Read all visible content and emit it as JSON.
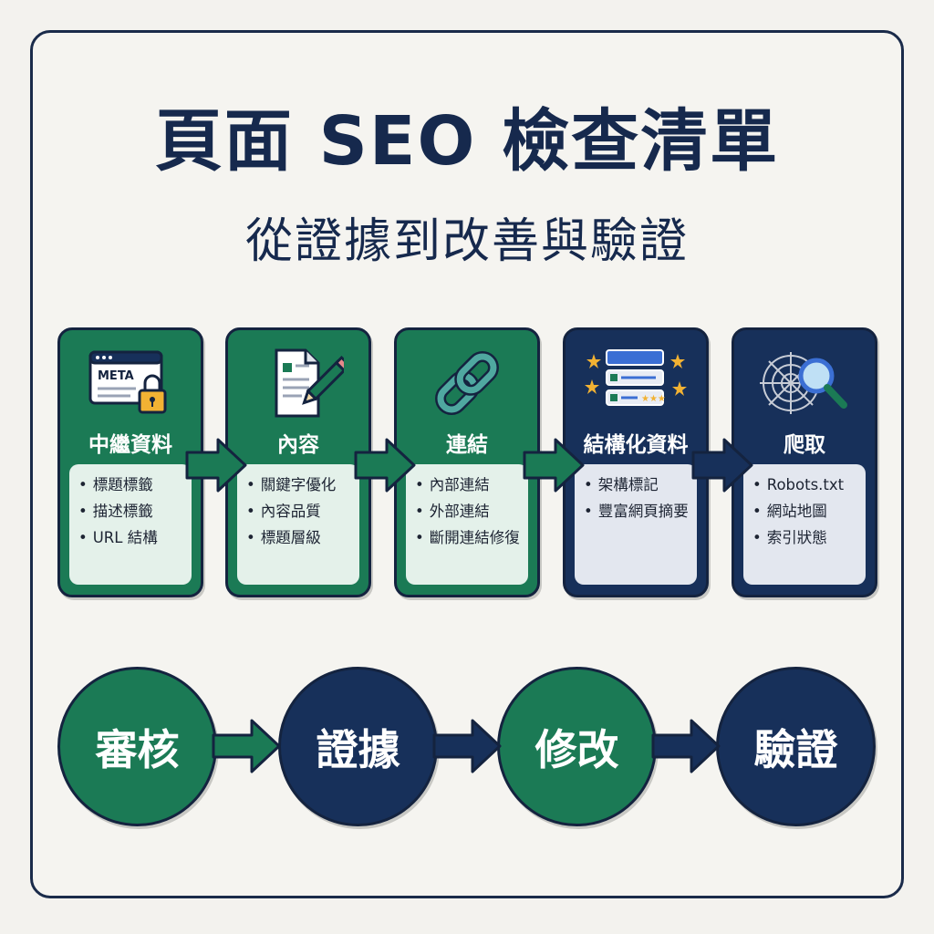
{
  "title": "頁面 SEO 檢查清單",
  "subtitle": "從證據到改善與驗證",
  "colors": {
    "green": "#1b7a55",
    "navy": "#17305a",
    "outline": "#14233f",
    "ink": "#16294d"
  },
  "meta_icon_label": "META",
  "cards": [
    {
      "title": "中繼資料",
      "icon": "meta-lock-icon",
      "theme": "green",
      "items": [
        "標題標籤",
        "描述標籤",
        "URL 結構"
      ]
    },
    {
      "title": "內容",
      "icon": "document-pencil-icon",
      "theme": "green",
      "items": [
        "關鍵字優化",
        "內容品質",
        "標題層級"
      ]
    },
    {
      "title": "連結",
      "icon": "chain-link-icon",
      "theme": "green",
      "items": [
        "內部連結",
        "外部連結",
        "斷開連結修復"
      ]
    },
    {
      "title": "結構化資料",
      "icon": "rich-card-stars-icon",
      "theme": "navy",
      "items": [
        "架構標記",
        "豐富網頁摘要"
      ]
    },
    {
      "title": "爬取",
      "icon": "web-magnifier-icon",
      "theme": "navy",
      "items": [
        "Robots.txt",
        "網站地圖",
        "索引狀態"
      ]
    }
  ],
  "steps": [
    {
      "label": "審核",
      "theme": "green"
    },
    {
      "label": "證據",
      "theme": "navy"
    },
    {
      "label": "修改",
      "theme": "green"
    },
    {
      "label": "驗證",
      "theme": "navy"
    }
  ]
}
